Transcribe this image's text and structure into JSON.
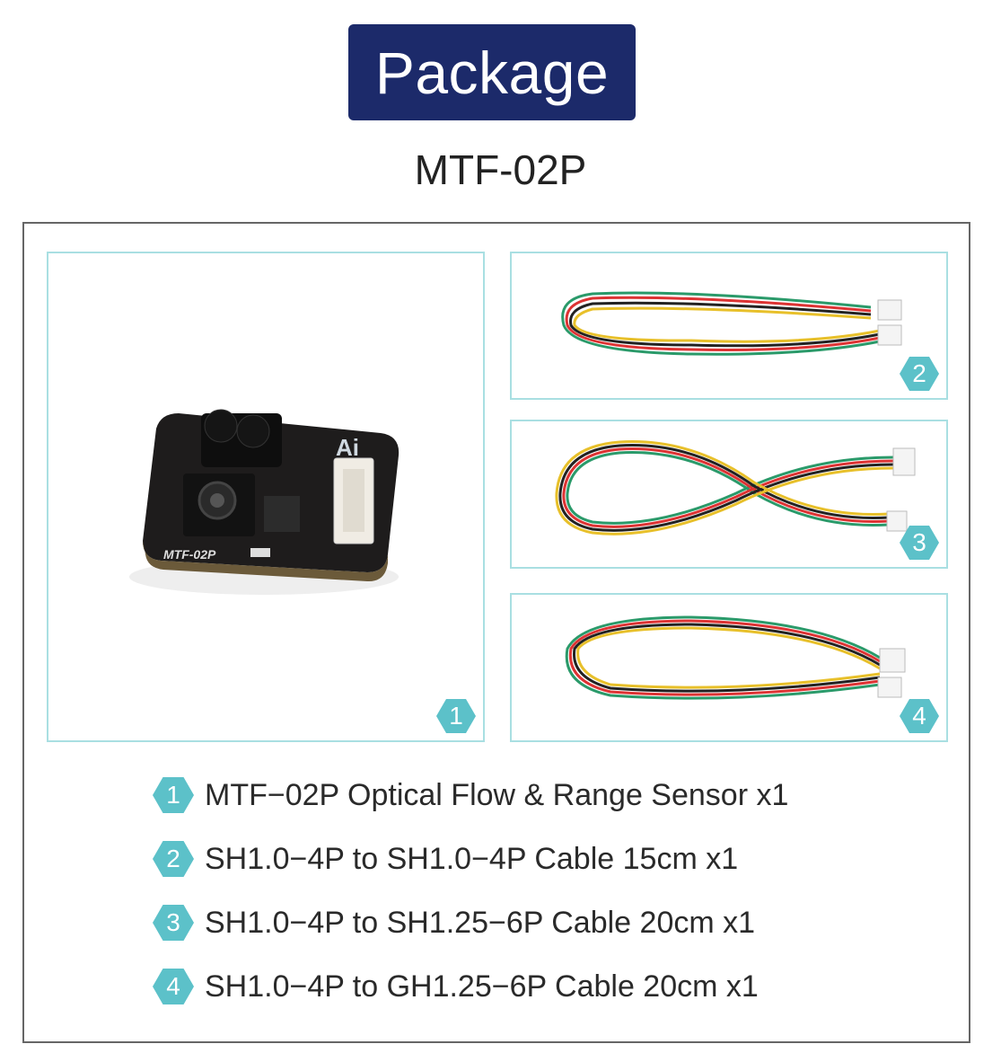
{
  "header": {
    "title": "Package",
    "model": "MTF-02P"
  },
  "panels": [
    {
      "number": "1",
      "item": "sensor",
      "board_label": "MTF-02P"
    },
    {
      "number": "2",
      "item": "cable"
    },
    {
      "number": "3",
      "item": "cable"
    },
    {
      "number": "4",
      "item": "cable"
    }
  ],
  "contents": [
    {
      "number": "1",
      "label": "MTF−02P Optical Flow & Range Sensor x1"
    },
    {
      "number": "2",
      "label": "SH1.0−4P to SH1.0−4P Cable 15cm x1"
    },
    {
      "number": "3",
      "label": "SH1.0−4P to SH1.25−6P Cable 20cm x1"
    },
    {
      "number": "4",
      "label": "SH1.0−4P to GH1.25−6P Cable 20cm x1"
    }
  ],
  "colors": {
    "header_bg": "#1c2a6a",
    "badge": "#5cc1c9",
    "panel_border": "#a9dfe2"
  }
}
